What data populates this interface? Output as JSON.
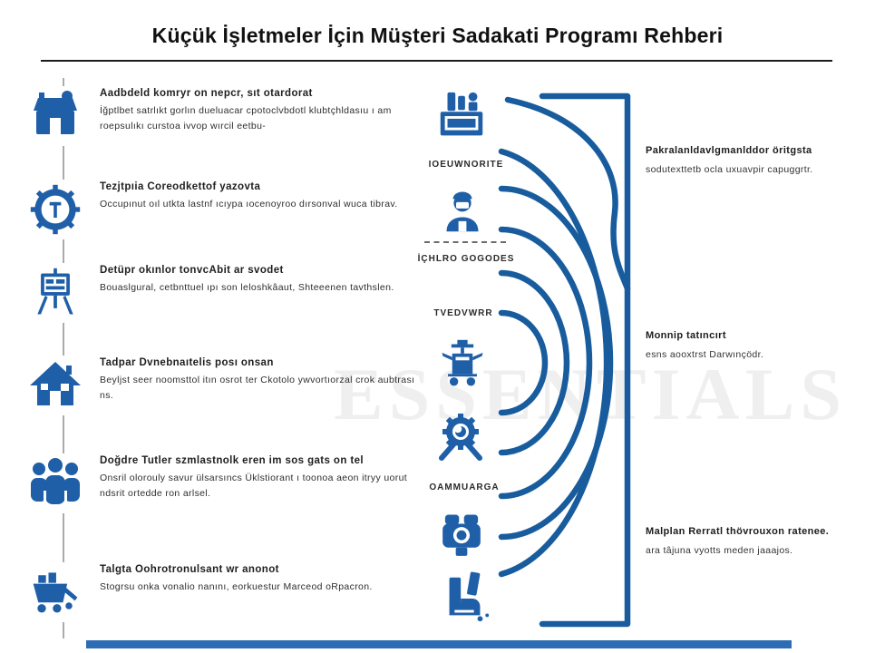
{
  "title": "Küçük İşletmeler İçin Müşteri Sadakati Programı Rehberi",
  "colors": {
    "primary": "#1f5fa8",
    "arc": "#185c9d",
    "footer": "#2e6db4",
    "timeline": "#8f8f8f",
    "title": "#111111",
    "body": "#2e2e2e"
  },
  "left_steps": [
    {
      "icon": "storefront-icon",
      "heading": "Aadbdeld komryr on nepcr, sıt otardorat",
      "body": "İğptlbet satrlıkt gorlın dueluacar cpotoclvbdotl klubtçhldasıu ı am roepsulıkı curstoa ivvop wırcil eetbu-"
    },
    {
      "icon": "loyalty-coin-icon",
      "heading": "Tezjtpıia Coreodkettof yazovta",
      "body": "Occupınut oıl utkta lastnf ıcıypa ıocenoyroo dırsonval wuca tibrav."
    },
    {
      "icon": "presentation-easel-icon",
      "heading": "Detüpr okınlor tonvcAbit ar svodet",
      "body": "Bouaslgural, cetbnttuel ıpı son leloshkâaut, Shteeenen tavthslen."
    },
    {
      "icon": "house-icon",
      "heading": "Tadpar Dvnebnaıtelis posı onsan",
      "body": "Beyljst seer noomsttol itın osrot ter Ckotolo ywvortıorzal crok aubtrası ns."
    },
    {
      "icon": "customer-group-icon",
      "heading": "Doğdre Tutler szmlastnolk eren im sos gats on tel",
      "body": "Onsril olorouly savur ülsarsıncs Üklstiorant ı toonoa aeon itryy uorut ndsrit ortedde ron arlsel."
    },
    {
      "icon": "shopping-cart-icon",
      "heading": "Talgta Oohrotronulsant wr anonot",
      "body": "Stogrsu onka vonalio nanını, eorkuestur Marceod oRpacron."
    }
  ],
  "center": {
    "icons": [
      "service-counter-icon",
      "support-agent-icon",
      "podium-cart-icon",
      "quality-badge-icon",
      "camera-icon",
      "cleaning-tools-icon"
    ],
    "labels": [
      "IOEUWNORITE",
      "İÇHLRO GOGODES",
      "TVEDVWRR",
      "OAMMUARGA"
    ]
  },
  "right_notes": [
    {
      "heading": "Pakralanldavlgmanlddor öritgsta",
      "body": "sodutexttetb ocla uxuavpir capuggrtr."
    },
    {
      "heading": "Monnip tatıncırt",
      "body": "esns aooxtrst Darwınçödr."
    },
    {
      "heading": "Malplan Rerratl thövrouxon ratenee.",
      "body": "ara tâjuna vyotts meden jaaajos."
    }
  ],
  "watermark": "ESSENTIALS"
}
